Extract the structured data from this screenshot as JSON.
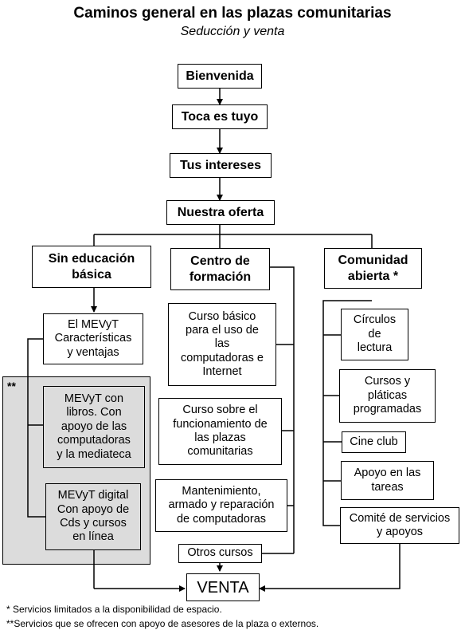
{
  "header": {
    "title": "Caminos general en las plazas comunitarias",
    "subtitle": "Seducción y venta"
  },
  "flow": {
    "bienvenida": "Bienvenida",
    "toca": "Toca es tuyo",
    "intereses": "Tus intereses",
    "oferta": "Nuestra oferta",
    "venta": "VENTA"
  },
  "branches": {
    "sin_educacion": "Sin educación\nbásica",
    "centro": "Centro de\nformación",
    "comunidad": "Comunidad\nabierta *"
  },
  "left": {
    "mevyt": "El MEVyT\nCaracterísticas\ny ventajas",
    "shade_mark": "**",
    "libros": "MEVyT con\nlibros.  Con\napoyo de las\ncomputadoras\ny la mediateca",
    "digital": "MEVyT digital\nCon apoyo de\nCds y cursos\nen línea"
  },
  "center": {
    "curso_basico": "Curso básico\npara el uso de\nlas\ncomputadoras e\nInternet",
    "curso_plazas": "Curso sobre el\nfuncionamiento de\nlas plazas\ncomunitarias",
    "mantenimiento": "Mantenimiento,\narmado y reparación\nde computadoras",
    "otros": "Otros cursos"
  },
  "right": {
    "circulos": "Círculos\nde\nlectura",
    "cursos_platicas": "Cursos y\npláticas\nprogramadas",
    "cine": "Cine club",
    "apoyo": "Apoyo en las\ntareas",
    "comite": "Comité de servicios\ny apoyos"
  },
  "notes": {
    "note1": "* Servicios limitados a la disponibilidad de espacio.",
    "note2": "**Servicios que se ofrecen con apoyo de asesores de la plaza o externos."
  },
  "colors": {
    "line": "#000000",
    "shade": "#dcdcdc"
  }
}
